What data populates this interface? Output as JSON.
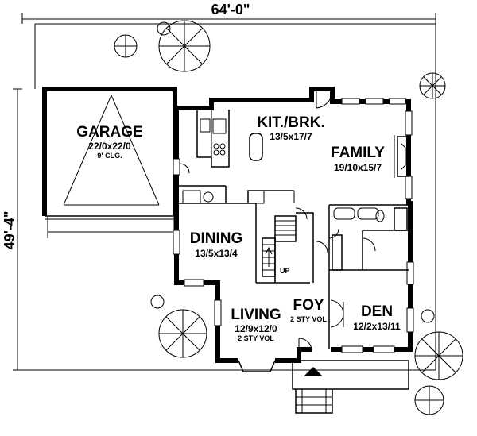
{
  "dimensions": {
    "width": "64'-0\"",
    "depth": "49'-4\""
  },
  "rooms": {
    "garage": {
      "name": "GARAGE",
      "size": "22/0x22/0",
      "note": "9' CLG."
    },
    "kitchen": {
      "name": "KIT./BRK.",
      "size": "13/5x17/7"
    },
    "family": {
      "name": "FAMILY",
      "size": "19/10x15/7"
    },
    "dining": {
      "name": "DINING",
      "size": "13/5x13/4"
    },
    "living": {
      "name": "LIVING",
      "size": "12/9x12/0",
      "note": "2 STY VOL"
    },
    "foyer": {
      "name": "FOY",
      "note": "2 STY VOL"
    },
    "den": {
      "name": "DEN",
      "size": "12/2x13/11"
    }
  },
  "stair_label": "UP",
  "icons": [
    "tree-icon",
    "stair-icon",
    "entry-arrow-icon",
    "door-swing-icon"
  ]
}
